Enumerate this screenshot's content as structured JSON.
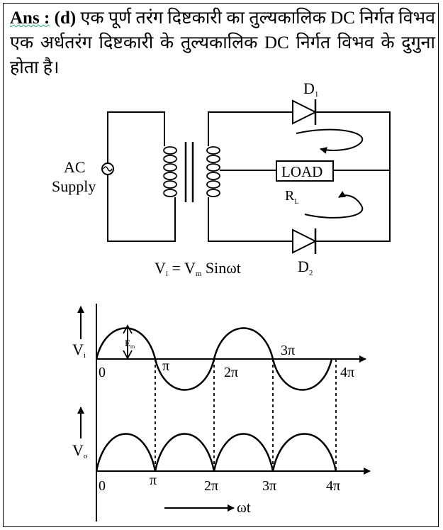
{
  "answer": {
    "label": "Ans :",
    "option": "(d)",
    "text": " एक पूर्ण तरंग दिष्टकारी का तुल्यकालिक DC निर्गत विभव एक अर्धतरंग दिष्टकारी के तुल्यकालिक DC निर्गत  विभव के दुगुना होता है।"
  },
  "circuit": {
    "source_label_line1": "AC",
    "source_label_line2": "Supply",
    "diode1": {
      "main": "D",
      "sub": "1"
    },
    "diode2": {
      "main": "D",
      "sub": "2"
    },
    "load_label": "LOAD",
    "load_resistor": {
      "main": "R",
      "sub": "L"
    },
    "input_eq": {
      "v": "V",
      "v_sub": "i",
      "eq": " = V",
      "m_sub": "m",
      "tail": " Sinωt"
    }
  },
  "waveforms": {
    "input_axis": {
      "main": "V",
      "sub": "i"
    },
    "output_axis": {
      "main": "V",
      "sub": "o"
    },
    "amplitude": {
      "main": "E",
      "sub": "m"
    },
    "top_ticks": [
      "0",
      "π",
      "2π",
      "3π",
      "4π"
    ],
    "bottom_ticks": [
      "0",
      "π",
      "2π",
      "3π",
      "4π"
    ],
    "x_axis_label": "ωt"
  }
}
